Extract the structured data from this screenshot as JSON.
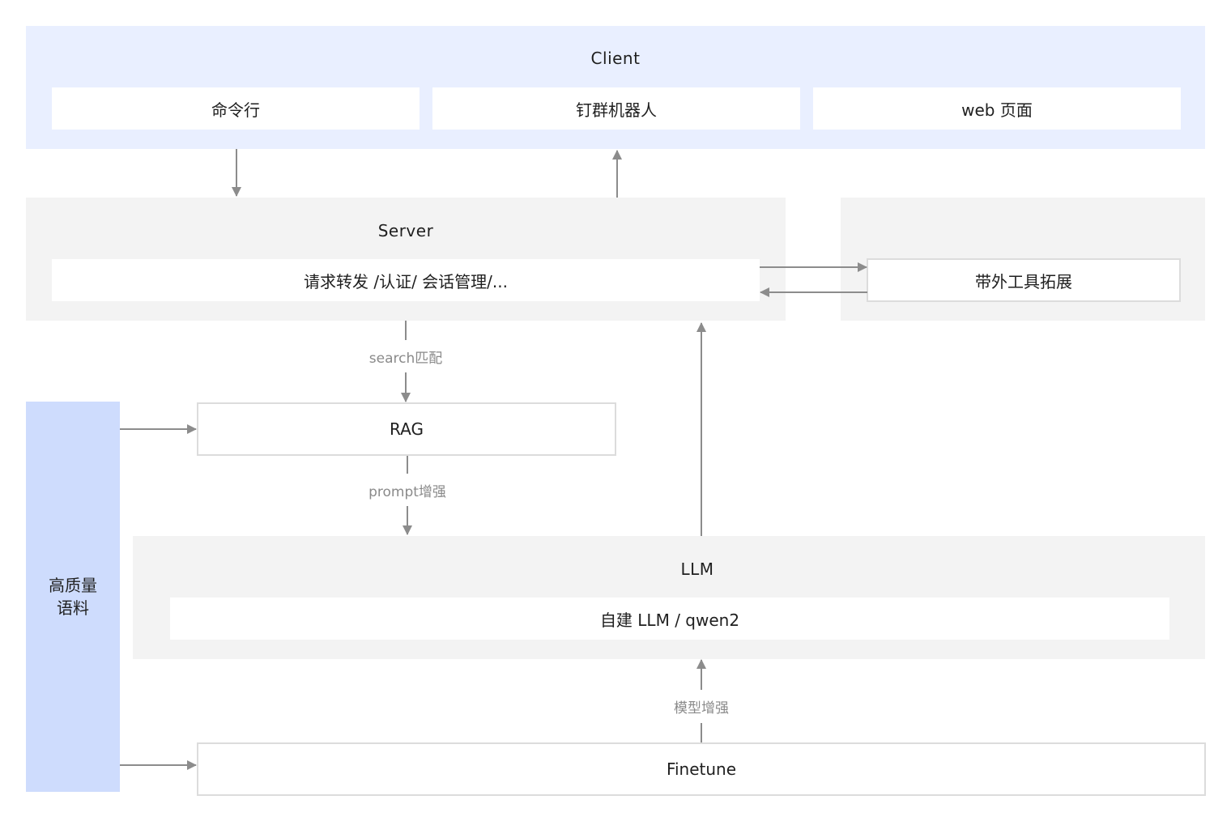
{
  "client": {
    "title": "Client",
    "items": [
      "命令行",
      "钉群机器人",
      "web 页面"
    ]
  },
  "server": {
    "title": "Server",
    "content": "请求转发 /认证/ 会话管理/..."
  },
  "extension": {
    "label": "带外工具拓展"
  },
  "rag": {
    "label": "RAG"
  },
  "llm": {
    "title": "LLM",
    "content": "自建 LLM / qwen2"
  },
  "finetune": {
    "label": "Finetune"
  },
  "corpus": {
    "line1": "高质量",
    "line2": "语料"
  },
  "edges": {
    "search_match": "search匹配",
    "prompt_enhance": "prompt增强",
    "model_enhance": "模型增强"
  },
  "colors": {
    "client_panel": "#e9efff",
    "gray_panel": "#f3f3f3",
    "corpus_panel": "#cedcfd",
    "arrow": "#8c8c8c",
    "edge_label": "#8a8a8a"
  }
}
